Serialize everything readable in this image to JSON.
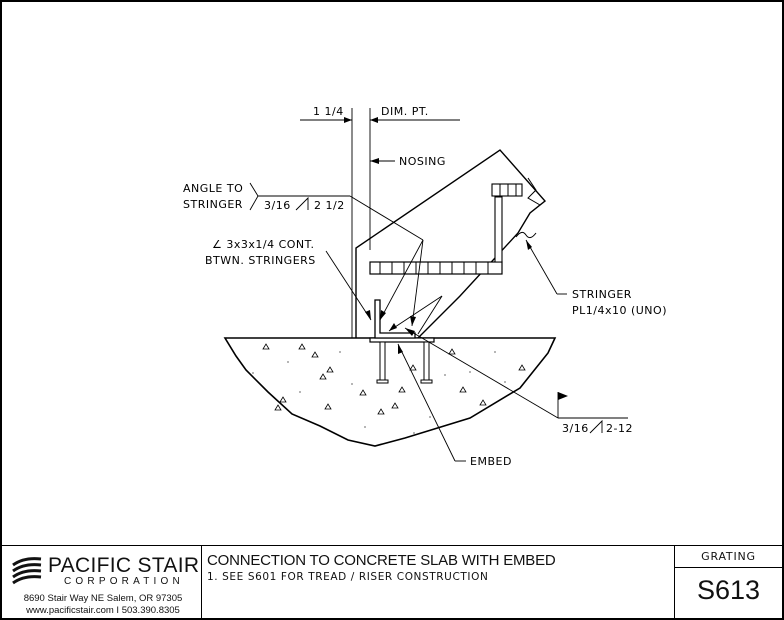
{
  "labels": {
    "dim_1_1_4": "1 1/4",
    "dim_pt": "DIM. PT.",
    "nosing": "NOSING",
    "angle_to": "ANGLE TO",
    "stringer_word": "STRINGER",
    "weld_angle": "3/16",
    "weld_angle_len": "2 1/2",
    "angle_cont": "∠ 3x3x1/4 CONT.",
    "btwn_stringers": "BTWN. STRINGERS",
    "stringer_title": "STRINGER",
    "stringer_spec": "PL1/4x10 (UNO)",
    "weld_embed": "3/16",
    "weld_embed_len": "2-12",
    "embed": "EMBED"
  },
  "title_block": {
    "company": "PACIFIC STAIR",
    "corporation": "CORPORATION",
    "address": "8690 Stair Way NE Salem, OR 97305",
    "contact": "www.pacificstair.com  I  503.390.8305",
    "title": "CONNECTION TO CONCRETE SLAB WITH EMBED",
    "note": "1.  SEE S601 FOR TREAD / RISER CONSTRUCTION",
    "category": "GRATING",
    "sheet_number": "S613"
  }
}
